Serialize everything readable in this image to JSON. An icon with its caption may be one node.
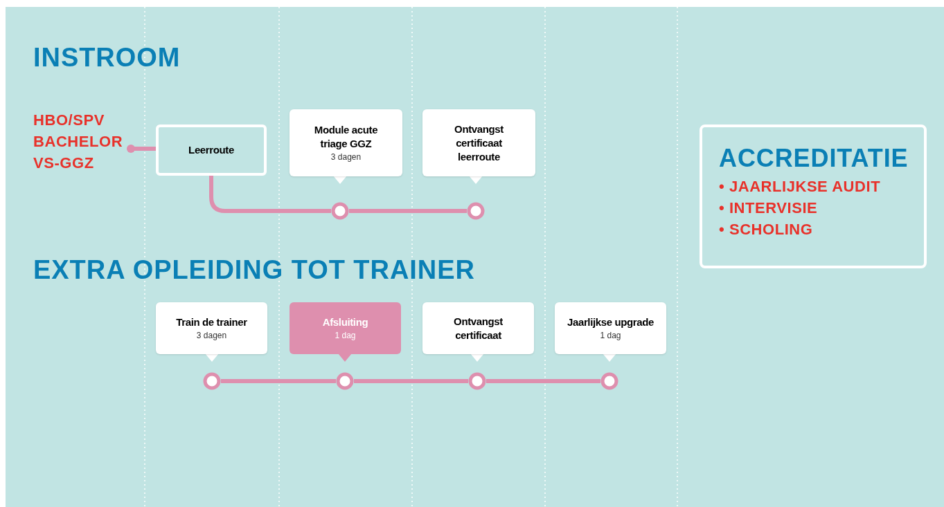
{
  "diagram": {
    "nodes": [
      {
        "text": [
          "HBO/SPV",
          "BACHELOR",
          "VS-GGZ"
        ]
      },
      {
        "text": [
          "Leerroute"
        ]
      },
      {
        "text": [
          "Module acute triage GGZ",
          "3 dagen"
        ]
      },
      {
        "text": [
          "Ontvangst certificaat leerroute"
        ]
      },
      {
        "text": [],
        "shape": "circle"
      },
      {
        "text": [],
        "shape": "circle"
      },
      {
        "text": [
          "Train de trainer",
          "3 dagen"
        ]
      },
      {
        "text": [
          "Afsluiting",
          "1 dag"
        ]
      },
      {
        "text": [
          "Ontvangst certificaat"
        ]
      },
      {
        "text": [
          "Jaarlijkse upgrade",
          "1 dag"
        ]
      },
      {
        "text": [],
        "shape": "circle"
      },
      {
        "text": [],
        "shape": "circle"
      },
      {
        "text": [],
        "shape": "circle"
      },
      {
        "text": [],
        "shape": "circle"
      },
      {
        "text": [
          "ACCREDITATIE",
          "• JAARLIJKSE AUDIT",
          "• INTERVISIE",
          "• SCHOLING"
        ]
      }
    ],
    "edges": [
      {
        "from": 0,
        "to": 1,
        "arrow": "other"
      },
      {
        "from": 1,
        "to": 4,
        "arrow": "none"
      },
      {
        "from": 4,
        "to": 5,
        "arrow": "none"
      },
      {
        "from": 10,
        "to": 11,
        "arrow": "none"
      },
      {
        "from": 11,
        "to": 12,
        "arrow": "none"
      },
      {
        "from": 12,
        "to": 13,
        "arrow": "none"
      }
    ],
    "labels": [
      "INSTROOM",
      "EXTRA OPLEIDING TOT TRAINER"
    ]
  }
}
